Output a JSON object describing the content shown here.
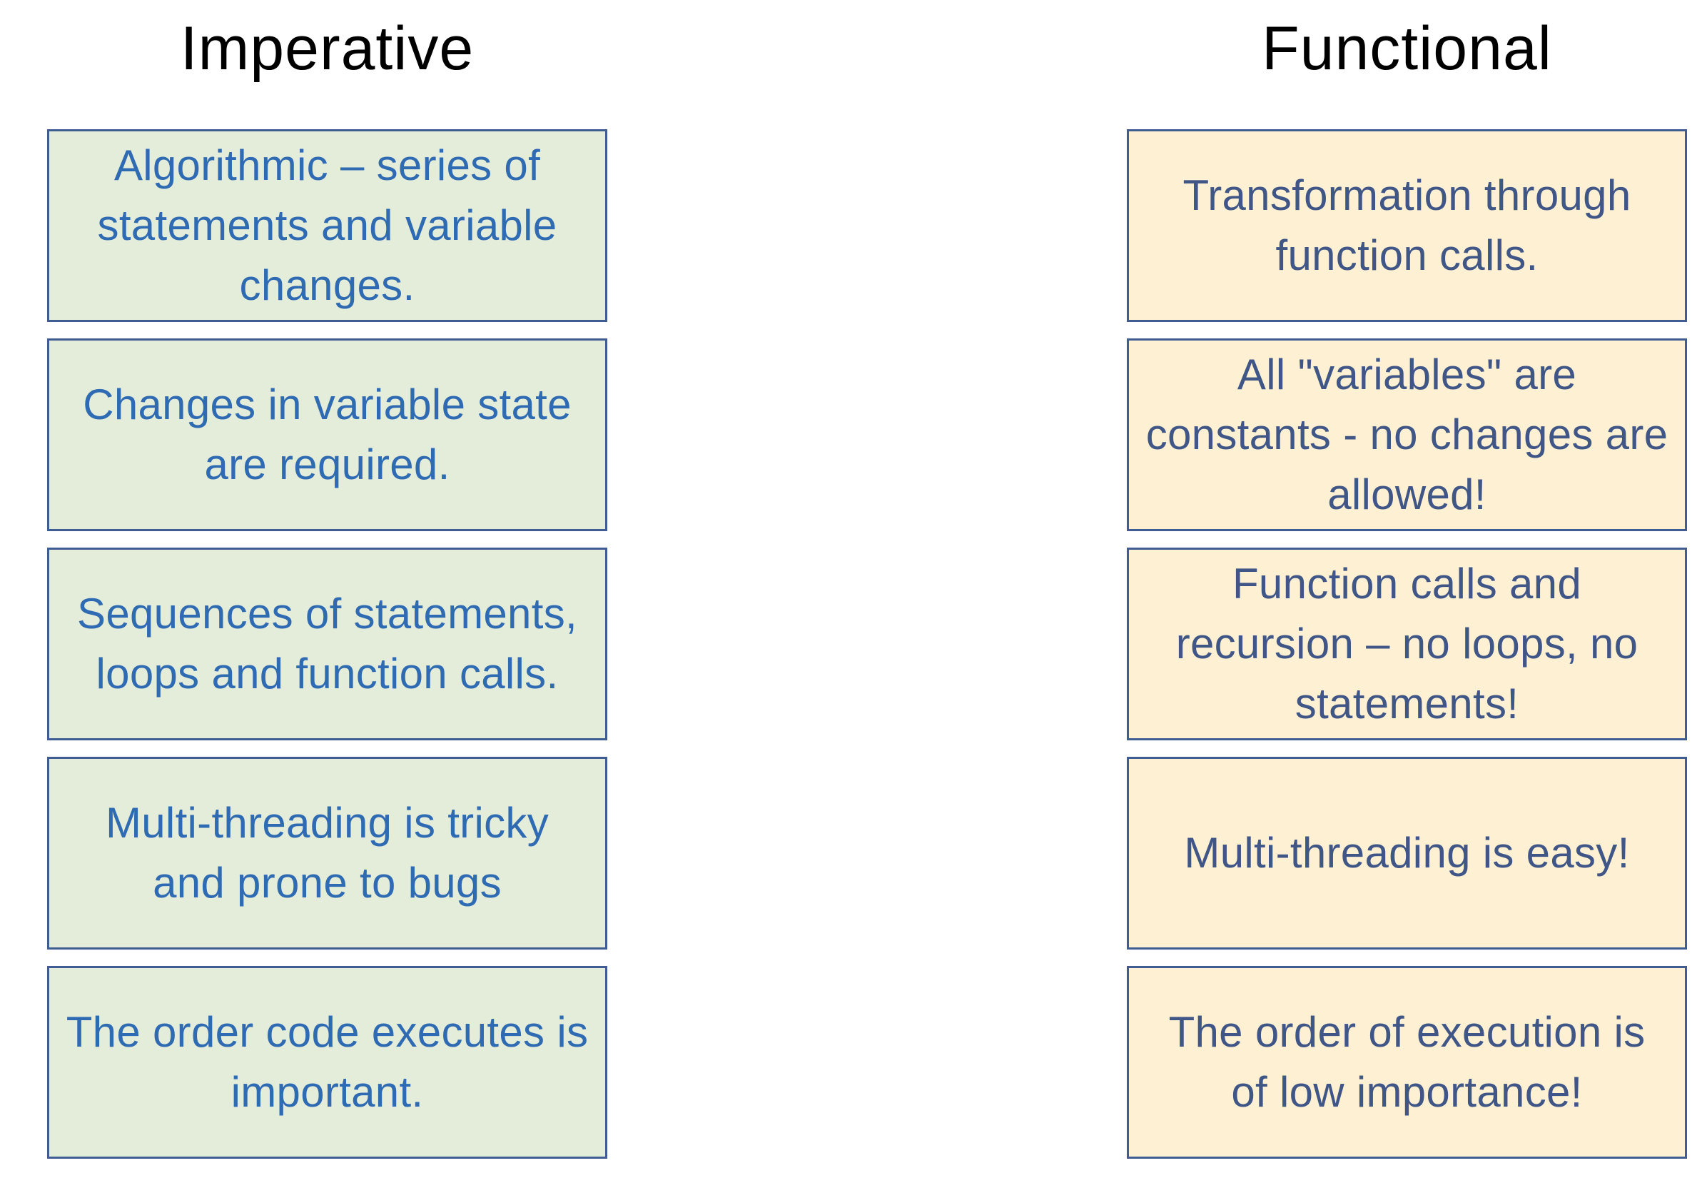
{
  "imperative": {
    "heading": "Imperative",
    "items": [
      "Algorithmic – series of statements and variable changes.",
      "Changes in variable state are required.",
      "Sequences of statements, loops and function calls.",
      "Multi-threading is tricky and prone to bugs",
      "The order code executes is important."
    ]
  },
  "functional": {
    "heading": "Functional",
    "items": [
      "Transformation through function calls.",
      "All \"variables\" are constants - no changes are allowed!",
      "Function calls and recursion – no loops, no statements!",
      "Multi-threading is easy!",
      "The order of execution is of low importance!"
    ]
  },
  "colors": {
    "imperative_box_fill": "#e4ecda",
    "imperative_text": "#2f6bb3",
    "functional_box_fill": "#fdf0d3",
    "functional_text": "#3f5687",
    "box_border": "#3f5d92",
    "heading_text": "#000000"
  }
}
